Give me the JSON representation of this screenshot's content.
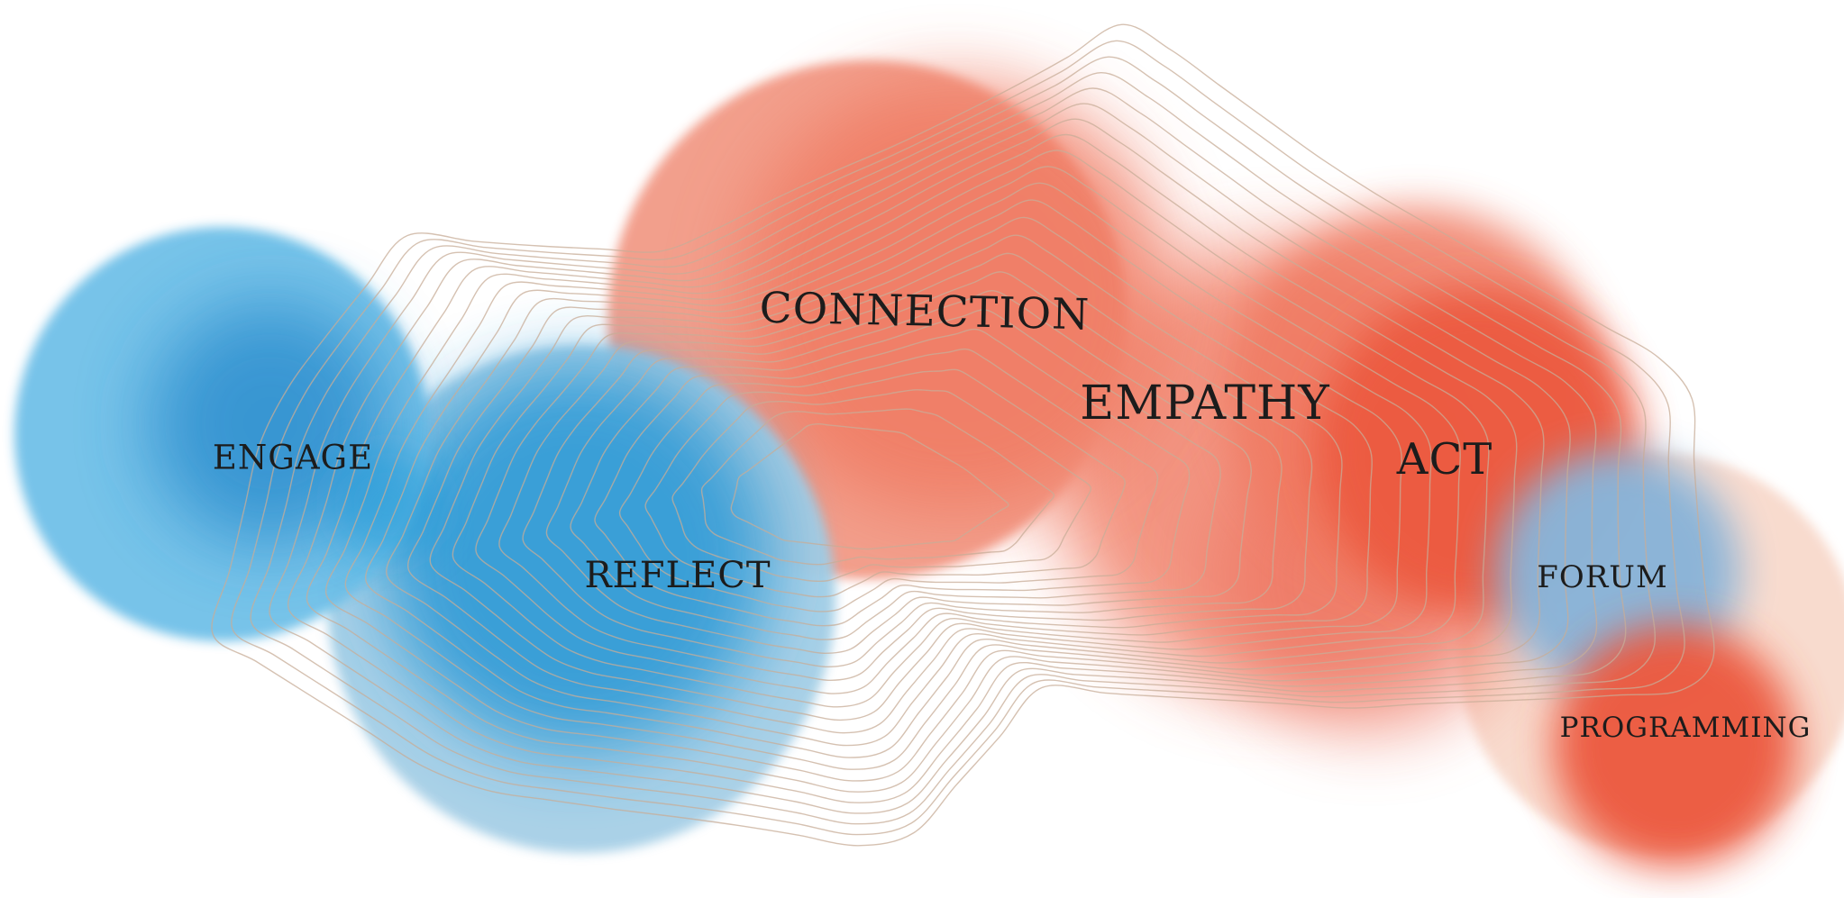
{
  "nodes": {
    "engage": "ENGAGE",
    "reflect": "REFLECT",
    "connection": "CONNECTION",
    "empathy": "EMPATHY",
    "act": "ACT",
    "forum": "FORUM",
    "programming": "PROGRAMMING"
  },
  "colors": {
    "blue_light": "#6fc0e8",
    "blue_mid": "#3ba7dc",
    "blue_dark": "#2f8fcf",
    "blue_pale": "#a6cfe6",
    "coral_light": "#f29a86",
    "coral": "#f07a62",
    "red": "#ec5a41",
    "peach": "#f6cfbe",
    "contour": "#c8ad98"
  }
}
